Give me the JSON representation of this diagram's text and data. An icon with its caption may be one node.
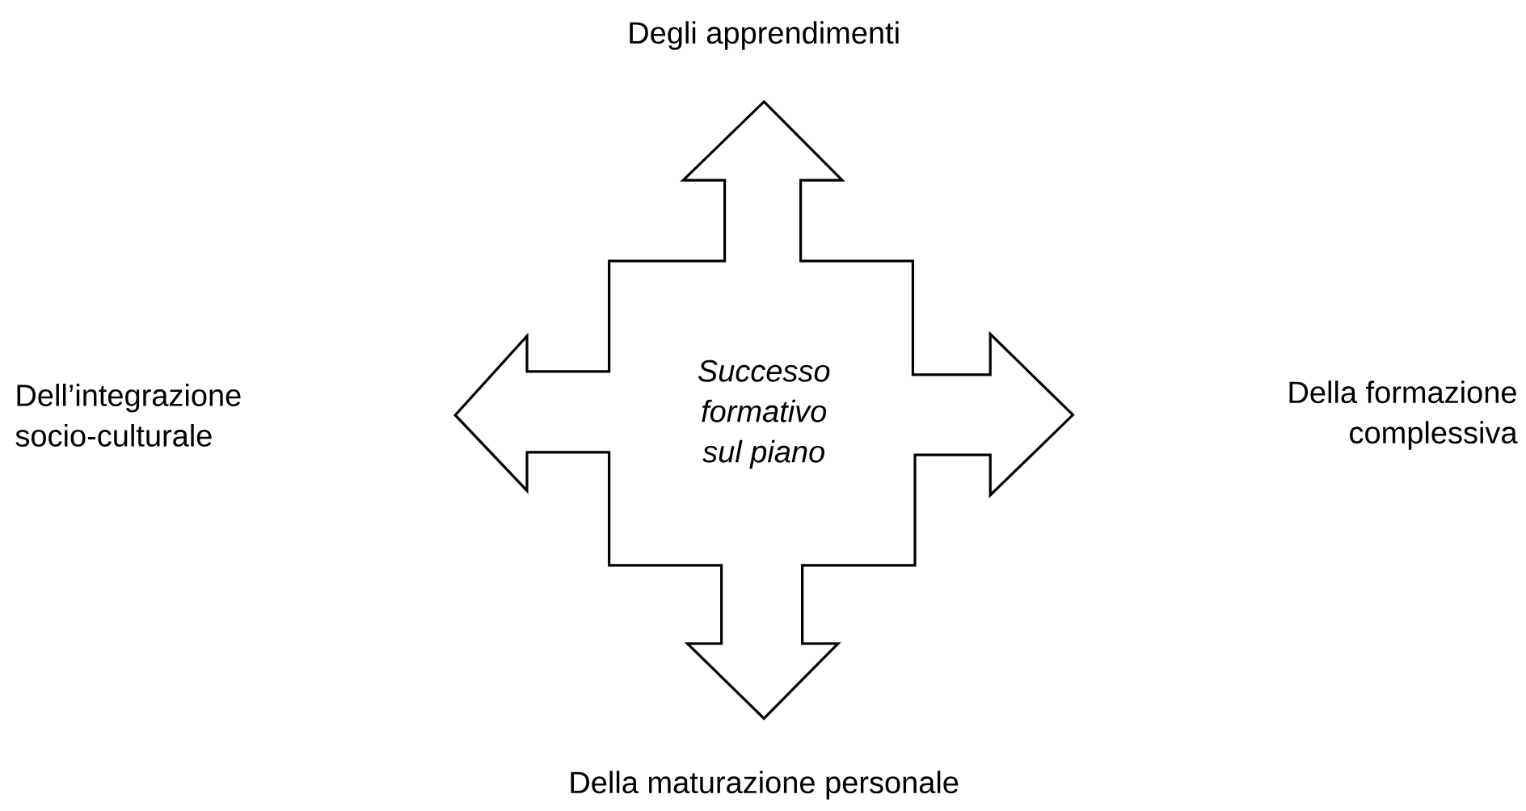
{
  "diagram": {
    "nodes": [
      {
        "text": [
          "Successo formativo sul piano"
        ]
      }
    ],
    "labels": [
      "Degli apprendimenti",
      "Dell’integrazione socio-culturale",
      "Della formazione complessiva",
      "Della maturazione personale"
    ]
  }
}
